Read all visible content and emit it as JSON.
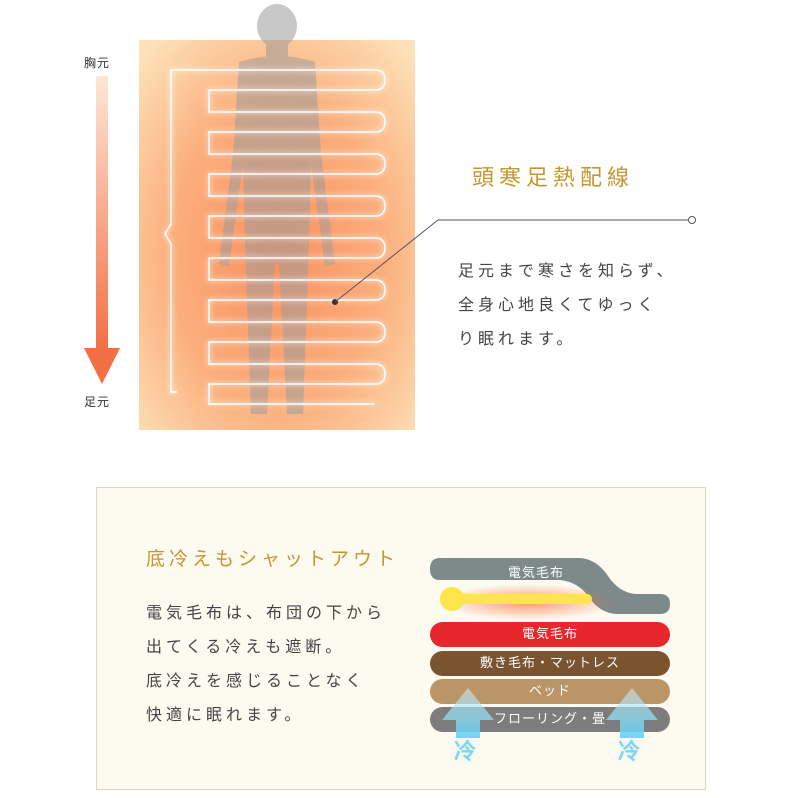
{
  "top": {
    "label_chest": "胸元",
    "label_feet": "足元",
    "heading": "頭寒足熱配線",
    "desc_lines": [
      "足元まで寒さを知らず、",
      "全身心地良くてゆっく",
      "り眠れます。"
    ]
  },
  "bottom": {
    "heading": "底冷えもシャットアウト",
    "desc_lines": [
      "電気毛布は、布団の下から",
      "出てくる冷えも遮断。",
      "底冷えを感じることなく",
      "快適に眠れます。"
    ],
    "layers": {
      "top_blanket": "電気毛布",
      "electric_blanket": "電気毛布",
      "mattress": "敷き毛布・マットレス",
      "bed": "ベッド",
      "floor": "フローリング・畳"
    },
    "cold_label": "冷"
  },
  "colors": {
    "gold": "#c8962e",
    "red_layer": "#e8272c",
    "brown_layer": "#7a5330",
    "tan_layer": "#b99567",
    "gray_layer": "#7d7d7d",
    "wire": "#ffffff",
    "warm": "#f8a070"
  }
}
